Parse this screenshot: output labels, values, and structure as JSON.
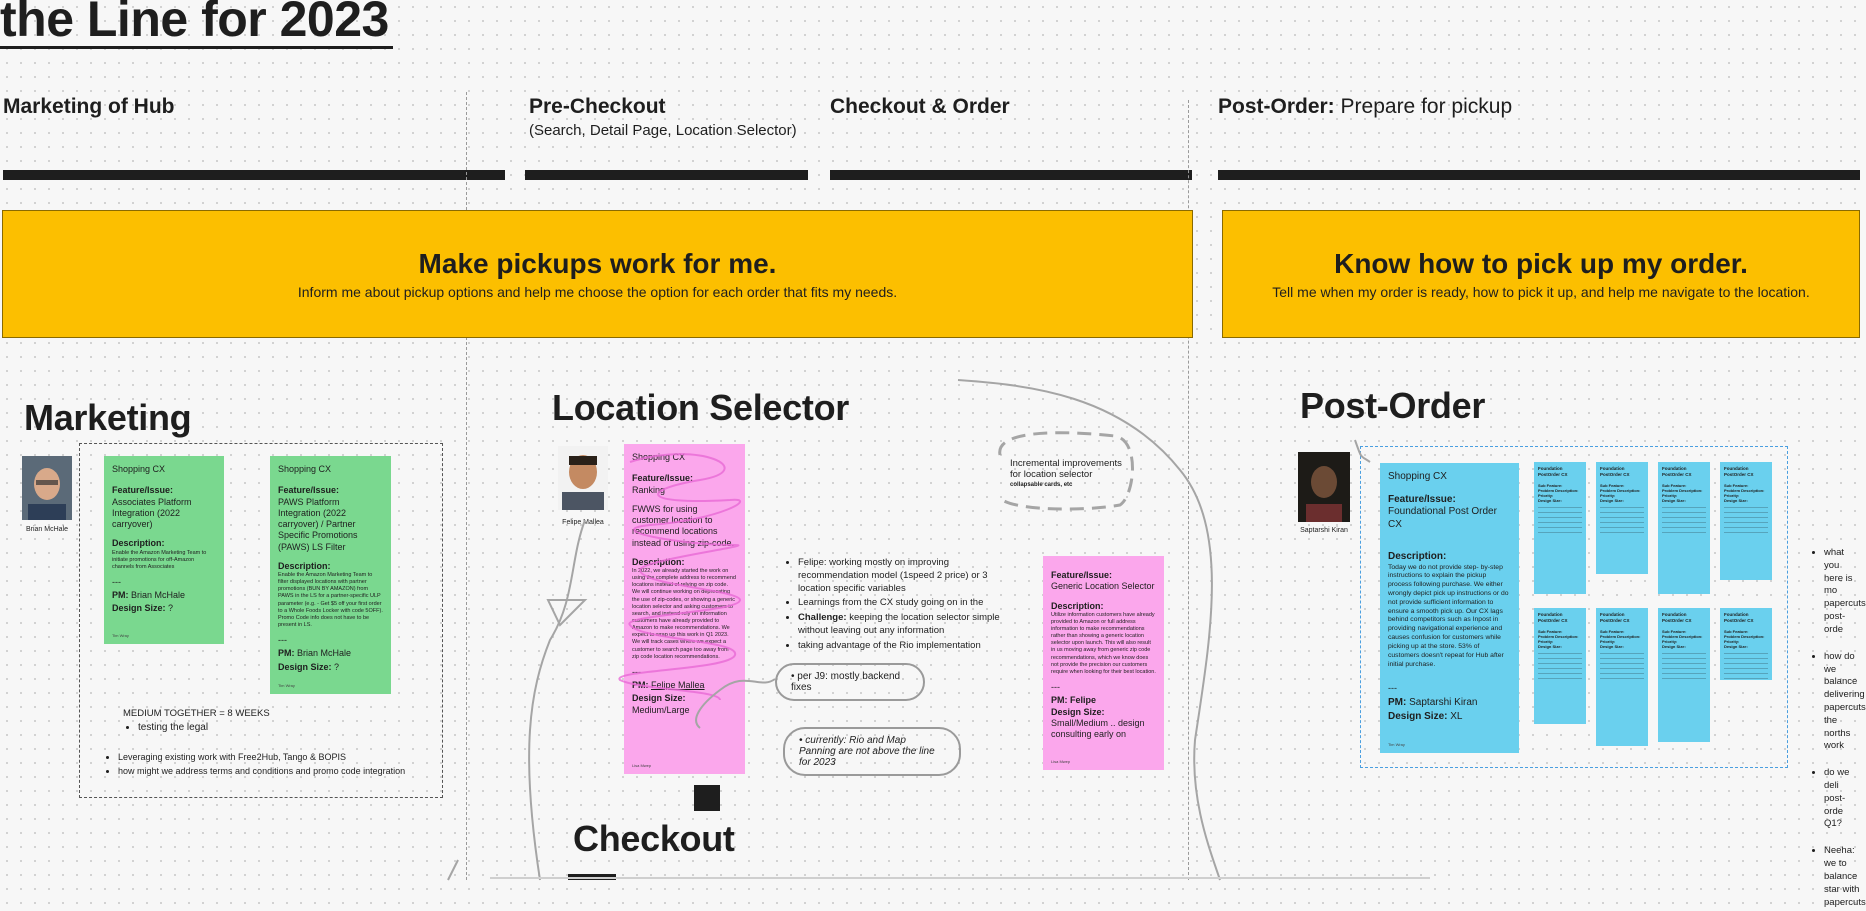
{
  "title": "the Line for 2023",
  "phases": [
    {
      "label": "Marketing of Hub",
      "sub": ""
    },
    {
      "label": "Pre-Checkout",
      "sub": "(Search, Detail Page, Location Selector)"
    },
    {
      "label": "Checkout & Order",
      "sub": ""
    },
    {
      "label": "Post-Order:",
      "label_light": "Prepare for pickup",
      "sub": ""
    }
  ],
  "banners": [
    {
      "title": "Make pickups work for me.",
      "sub": "Inform me about pickup options and help me choose the option for each order that fits my needs."
    },
    {
      "title": "Know how to pick up my order.",
      "sub": "Tell me when my order is ready, how to pick it up, and help me navigate to the location."
    }
  ],
  "sections": {
    "marketing": "Marketing",
    "location": "Location Selector",
    "post_order": "Post-Order",
    "checkout": "Checkout"
  },
  "people": {
    "brian": "Brian McHale",
    "felipe": "Felipe Mallea",
    "saptarshi": "Saptarshi Kiran"
  },
  "stickies": {
    "m1": {
      "team": "Shopping CX",
      "feature_h": "Feature/Issue:",
      "feature": "Associates Platform Integration (2022 carryover)",
      "desc_h": "Description:",
      "desc": "Enable the Amazon Marketing Team to initiate promotions for off-Amazon channels from Associates",
      "sep": "---",
      "pm_h": "PM:",
      "pm": "Brian McHale",
      "size_h": "Design Size:",
      "size": "?",
      "foot": "Tim Wray"
    },
    "m2": {
      "team": "Shopping CX",
      "feature_h": "Feature/Issue:",
      "feature": "PAWS Platform Integration (2022 carryover) / Partner Specific Promotions (PAWS) LS Filter",
      "desc_h": "Description:",
      "desc": "Enable the Amazon Marketing Team to filter displayed locations with partner promotions (BUN BY AMAZON) from PAWS in the LS for a partner-specific ULP parameter (e.g. - Get $5 off your first order to a Whole Foods Locker with code 5OFF). Promo Code info does not have to be present in LS.",
      "sep": "---",
      "pm_h": "PM:",
      "pm": "Brian McHale",
      "size_h": "Design Size:",
      "size": "?",
      "foot": "Tim Wray"
    },
    "l1": {
      "team": "Shopping CX",
      "feature_h": "Feature/Issue:",
      "feature": "Ranking",
      "feature2": "FWWS for using customer location to recommend locations instead of using zip-code.",
      "desc_h": "Description:",
      "desc": "In 2022, we already started the work on using the complete address to recommend locations instead of relying on zip code. We will continue working on deprecating the use of zip-codes, or showing a generic location selector and asking customers to search, and instead rely on information customers have already provided to Amazon to make recommendations. We expect to wrap up this work in Q1 2023. We will track cases where we expect a customer to search page too away from zip code location recommendations.",
      "sep": "---",
      "pm_h": "PM:",
      "pm": "Felipe Mallea",
      "size_h": "Design Size:",
      "size": "Medium/Large",
      "foot": "Lisa Mwep"
    },
    "l2": {
      "feature_h": "Feature/Issue:",
      "feature": "Generic Location Selector",
      "desc_h": "Description:",
      "desc": "Utilize information customers have already provided to Amazon or full address information to make recommendations rather than showing a generic location selector upon launch. This will also result in us moving away from generic zip code recommendations, which we know does not provide the precision our customers require when looking for their best location.",
      "sep": "---",
      "pm_h": "PM:",
      "pm": "Felipe",
      "size_h": "Design Size:",
      "size": "Small/Medium .. design consulting early on",
      "foot": "Lisa Mwep"
    },
    "p1": {
      "team": "Shopping CX",
      "feature_h": "Feature/Issue:",
      "feature": "Foundational Post Order CX",
      "desc_h": "Description:",
      "desc": "Today we do not provide step- by-step instructions to explain the pickup process following purchase. We either wrongly depict pick up instructions or do not provide sufficient information to ensure a smooth pick up. Our CX lags behind competitors such as Inpost in providing navigational experience and causes confusion for customers while picking up at the store. 53% of customers doesn't repeat for Hub after initial purchase.",
      "sep": "---",
      "pm_h": "PM:",
      "pm": "Saptarshi Kiran",
      "size_h": "Design Size:",
      "size": "XL",
      "foot": "Tim Wray"
    }
  },
  "mini_label": "Foundation PostOrder CX",
  "mini_labels": [
    "Sub Feature:",
    "Problem Description:",
    "Priority:",
    "Design Size:"
  ],
  "notes": {
    "medium_together": "MEDIUM TOGETHER = 8 WEEKS",
    "testing_legal": "testing the legal",
    "marketing_list": [
      "Leveraging existing work with Free2Hub, Tango & BOPIS",
      "how might we address terms and conditions and promo code integration"
    ],
    "location_list": [
      "Felipe: working mostly on improving recommendation model (1speed 2 price) or 3 location specific variables",
      "Learnings from the CX study going on in the",
      "keeping the location selector simple without leaving out any information",
      "taking advantage of the Rio implementation"
    ],
    "challenge_label": "Challenge:",
    "j9": "per J9: mostly backend fixes",
    "rio": "currently: Rio and Map Panning are not above the line for 2023",
    "incremental": "Incremental improvements for location selector",
    "incremental_sub": "collapsable cards, etc",
    "right_list": [
      "what you here is mo papercuts post-orde",
      "how do we balance delivering papercuts the norths work",
      "do we deli post-orde Q1?",
      "Neeha: we to balance star with papercuts"
    ]
  }
}
